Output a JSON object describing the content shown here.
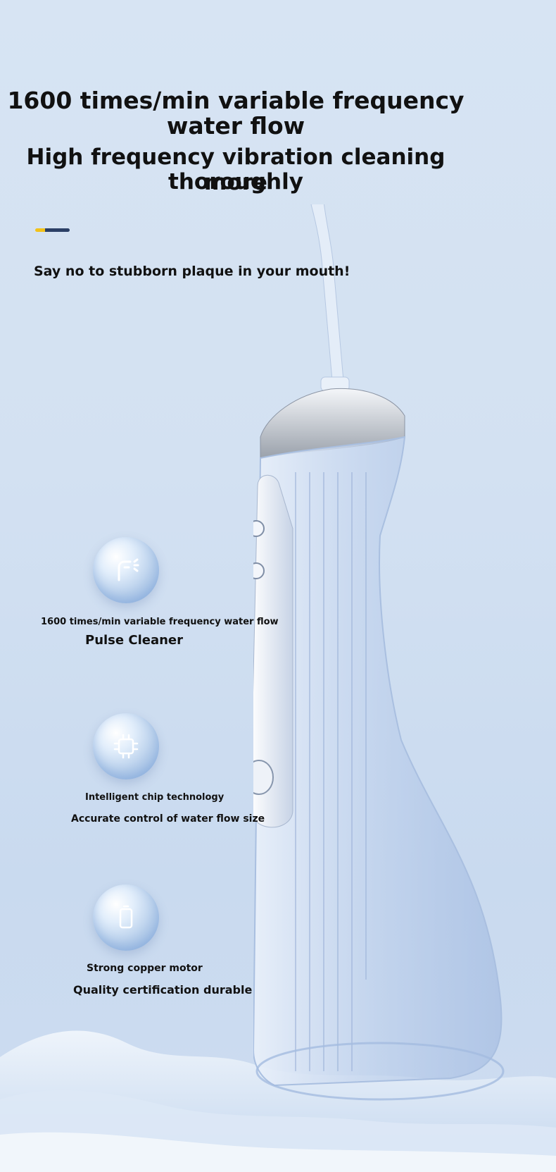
{
  "headline": {
    "line1": "1600 times/min variable frequency",
    "line2": "water flow",
    "line3": "High frequency vibration cleaning more",
    "line4": "thoroughly"
  },
  "accent_colors": {
    "yellow": "#f2c21a",
    "navy": "#2b3f66"
  },
  "subtitle": "Say no to stubborn plaque in your mouth!",
  "features": [
    {
      "icon": "water-flow-icon",
      "line1": "1600 times/min variable frequency water flow",
      "line2": "Pulse Cleaner"
    },
    {
      "icon": "chip-icon",
      "line1": "Intelligent chip technology",
      "line2": "Accurate control of water flow size"
    },
    {
      "icon": "battery-motor-icon",
      "line1": "Strong copper motor",
      "line2": "Quality certification durable"
    }
  ]
}
